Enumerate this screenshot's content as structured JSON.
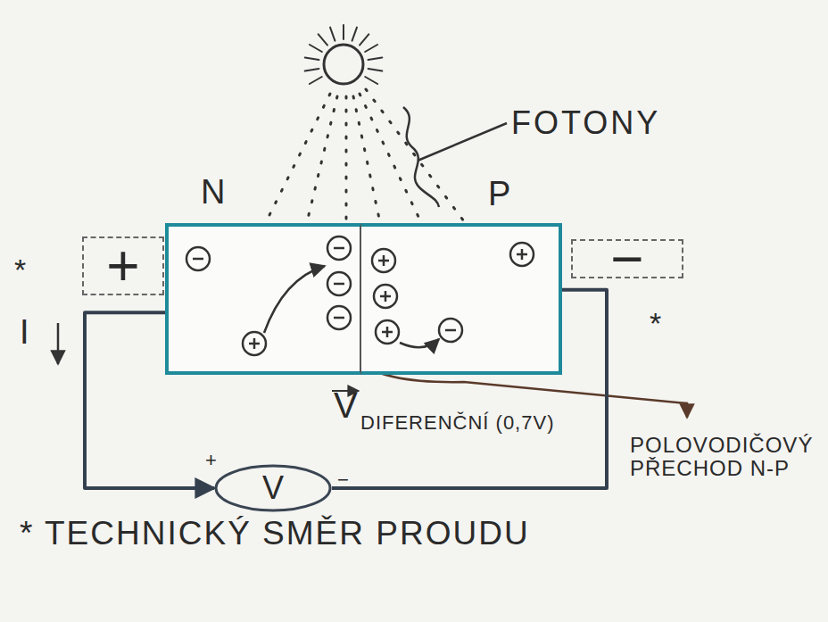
{
  "diagram": {
    "nodes": [
      {
        "text": [
          "N"
        ]
      },
      {
        "text": [
          "P"
        ]
      },
      {
        "text": [
          "+"
        ]
      },
      {
        "text": [
          "−"
        ]
      },
      {
        "text": [
          "V"
        ]
      }
    ],
    "edges": [
      {
        "from": 0,
        "to": 4,
        "arrow": "to"
      },
      {
        "from": 1,
        "to": 4,
        "arrow": "none"
      }
    ],
    "labels": [
      "FOTONY",
      "*",
      "*",
      "I",
      "+",
      "−",
      "V",
      "DIFERENČNÍ (0,7V)",
      "POLOVODIČOVÝ PŘECHOD N-P",
      "* TECHNICKÝ SMĚR PROUDU"
    ]
  }
}
